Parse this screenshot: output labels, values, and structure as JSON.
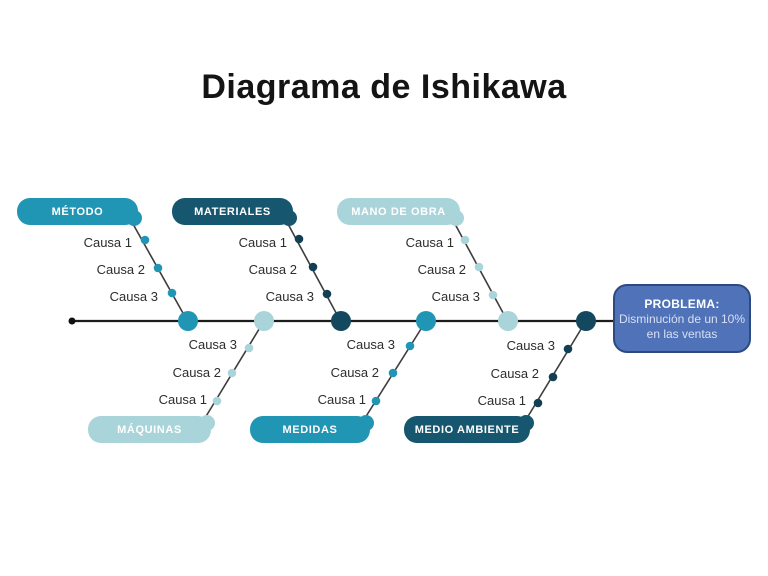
{
  "title": "Diagrama de Ishikawa",
  "palette": {
    "teal": "#2196b4",
    "navy": "#16566f",
    "navy_dark": "#14485f",
    "light_teal": "#a9d4d9",
    "problem_fill": "#4f72b8",
    "problem_border": "#2d4a80",
    "spine": "#1c1c1c",
    "label_text": "#2d2d2d"
  },
  "branches": [
    {
      "category": "MÉTODO",
      "position": "top",
      "color": "#2196b4",
      "causes": [
        "Causa 1",
        "Causa 2",
        "Causa 3"
      ]
    },
    {
      "category": "MATERIALES",
      "position": "top",
      "color": "#16566f",
      "causes": [
        "Causa 1",
        "Causa 2",
        "Causa 3"
      ]
    },
    {
      "category": "MANO DE OBRA",
      "position": "top",
      "color": "#a9d4d9",
      "causes": [
        "Causa 1",
        "Causa 2",
        "Causa 3"
      ]
    },
    {
      "category": "MÁQUINAS",
      "position": "bottom",
      "color": "#a9d4d9",
      "causes": [
        "Causa 1",
        "Causa 2",
        "Causa 3"
      ]
    },
    {
      "category": "MEDIDAS",
      "position": "bottom",
      "color": "#2196b4",
      "causes": [
        "Causa 1",
        "Causa 2",
        "Causa 3"
      ]
    },
    {
      "category": "MEDIO AMBIENTE",
      "position": "bottom",
      "color": "#16566f",
      "causes": [
        "Causa 1",
        "Causa 2",
        "Causa 3"
      ]
    }
  ],
  "problem": {
    "label": "PROBLEMA:",
    "line1": "Disminución de un 10%",
    "line2": "en las ventas"
  }
}
